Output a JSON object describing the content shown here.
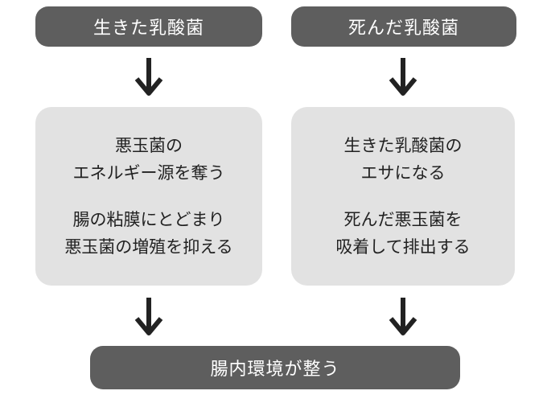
{
  "top_left": "生きた乳酸菌",
  "top_right": "死んだ乳酸菌",
  "left_box": {
    "lines1": [
      "悪玉菌の",
      "エネルギー源を奪う"
    ],
    "lines2": [
      "腸の粘膜にとどまり",
      "悪玉菌の増殖を抑える"
    ]
  },
  "right_box": {
    "lines1": [
      "生きた乳酸菌の",
      "エサになる"
    ],
    "lines2": [
      "死んだ悪玉菌を",
      "吸着して排出する"
    ]
  },
  "bottom": "腸内環境が整う",
  "colors": {
    "dark": "#5e5e5e",
    "light": "#e2e2e2",
    "arrow": "#222222"
  }
}
